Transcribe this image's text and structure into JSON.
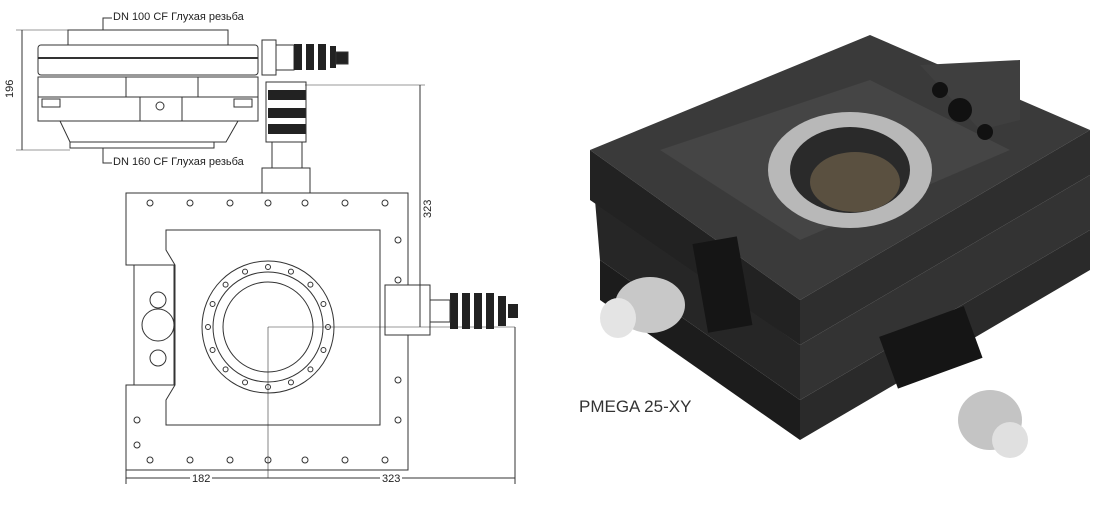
{
  "drawing": {
    "top_flange_label": "DN 100 CF Глухая резьба",
    "bottom_flange_label": "DN 160 CF Глухая резьба",
    "dim_height": "196",
    "dim_vertical": "323",
    "dim_left": "182",
    "dim_right": "323"
  },
  "product": {
    "caption": "PMEGA 25-XY"
  }
}
